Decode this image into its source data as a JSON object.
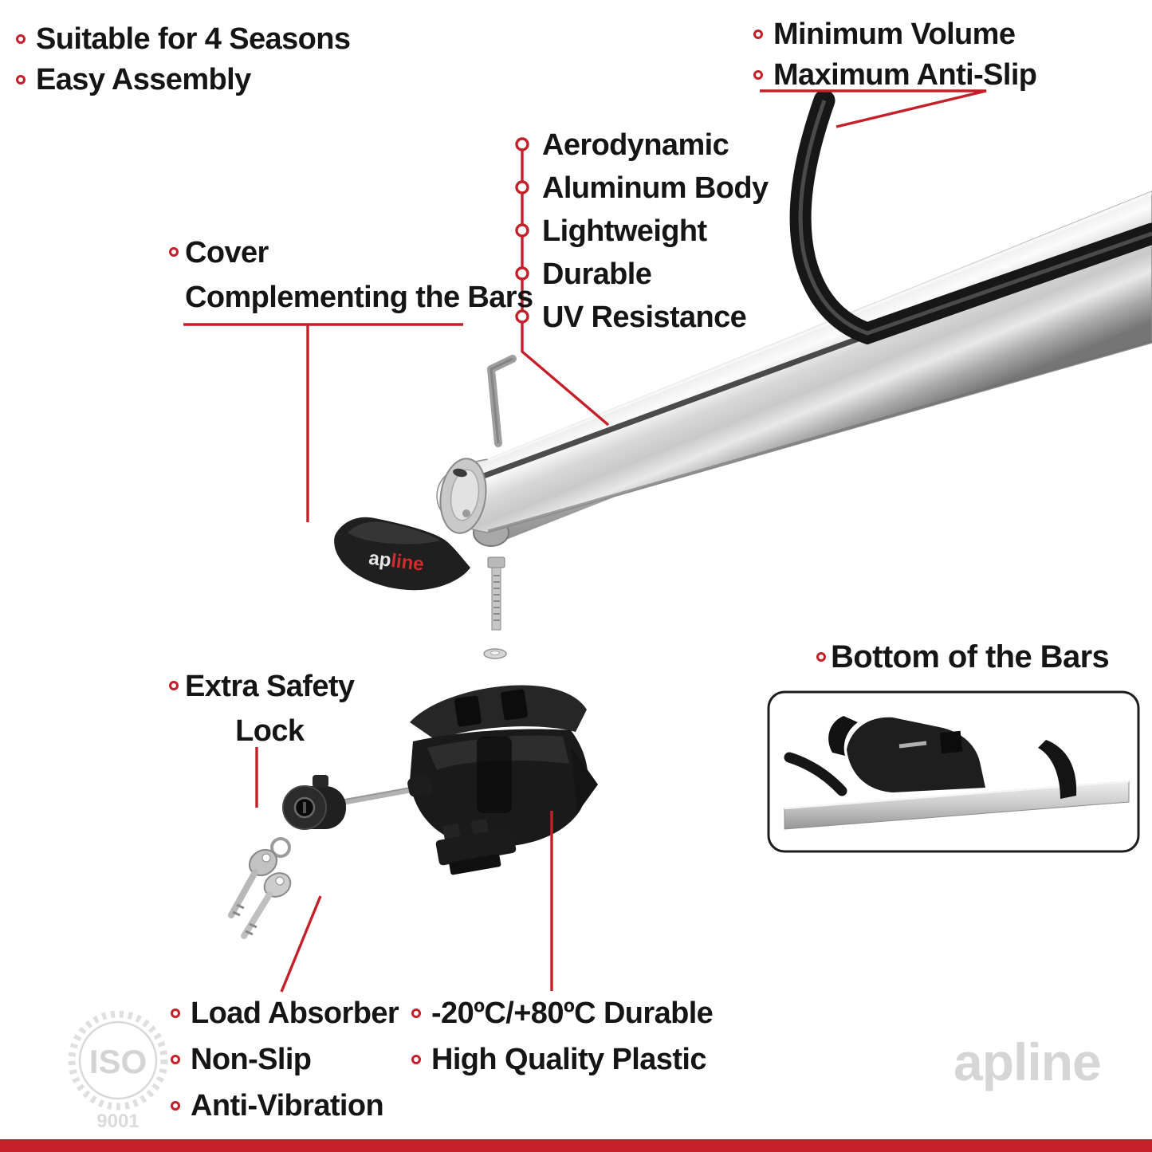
{
  "colors": {
    "accent": "#c5202a",
    "text": "#151515",
    "silver": "#d9d9d9"
  },
  "top_left_list": {
    "items": [
      "Suitable for 4 Seasons",
      "Easy Assembly"
    ]
  },
  "top_right_list": {
    "items": [
      "Minimum Volume",
      "Maximum Anti-Slip"
    ]
  },
  "feature_list": {
    "items": [
      "Aerodynamic",
      "Aluminum Body",
      "Lightweight",
      "Durable",
      "UV Resistance"
    ]
  },
  "cover_label": {
    "line1": "Cover",
    "line2": "Complementing the Bars"
  },
  "safety_label": {
    "line1": "Extra Safety",
    "line2": "Lock"
  },
  "bottom_bars_label": {
    "text": "Bottom of the Bars"
  },
  "bottom_left_list": {
    "items": [
      "Load Absorber",
      "Non-Slip",
      "Anti-Vibration"
    ]
  },
  "bottom_mid_list": {
    "items": [
      "-20ºC/+80ºC Durable",
      "High Quality Plastic"
    ]
  },
  "brand_logo": {
    "ap": "ap",
    "line": "line"
  },
  "watermarks": {
    "iso": "ISO",
    "iso_number": "9001",
    "brand": "apline"
  }
}
